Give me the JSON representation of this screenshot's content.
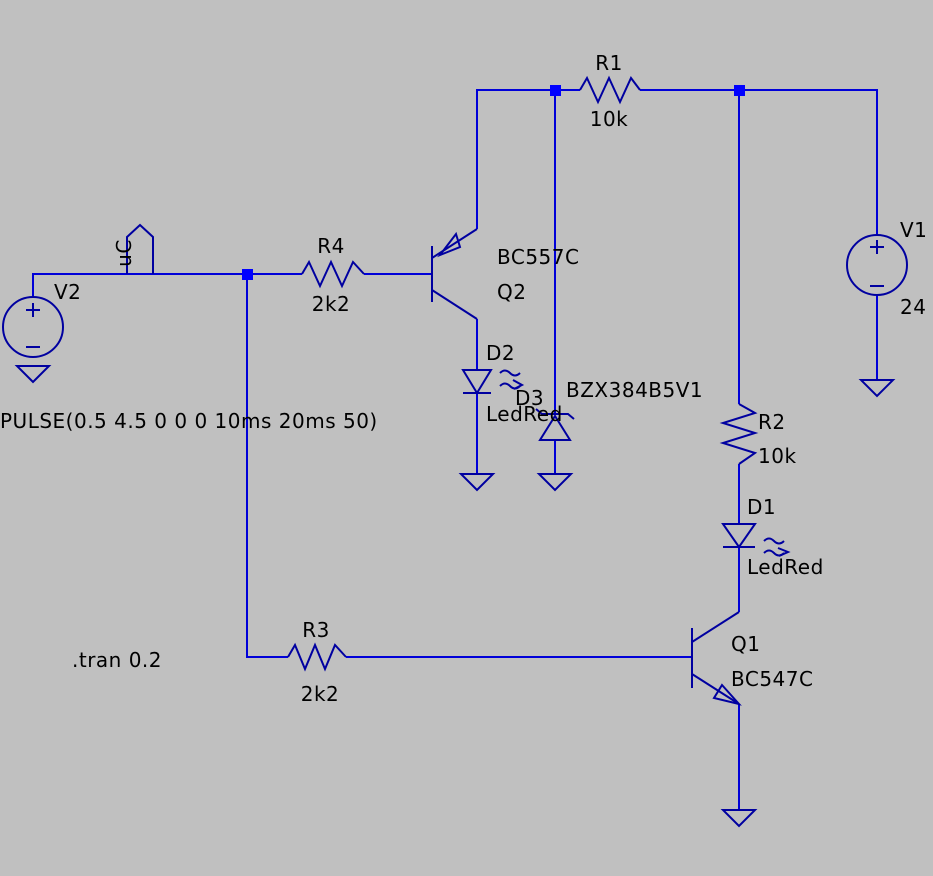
{
  "colors": {
    "background": "#c0c0c0",
    "wire": "#0000d8",
    "component": "#0000a0",
    "junction": "#0000ff",
    "text": "#000000"
  },
  "components": {
    "r1": {
      "name": "R1",
      "value": "10k"
    },
    "r2": {
      "name": "R2",
      "value": "10k"
    },
    "r3": {
      "name": "R3",
      "value": "2k2"
    },
    "r4": {
      "name": "R4",
      "value": "2k2"
    },
    "q1": {
      "name": "Q1",
      "model": "BC547C"
    },
    "q2": {
      "name": "Q2",
      "model": "BC557C"
    },
    "d1": {
      "name": "D1",
      "model": "LedRed"
    },
    "d2": {
      "name": "D2",
      "model": "LedRed"
    },
    "d3": {
      "name": "D3",
      "model": "BZX384B5V1"
    },
    "v1": {
      "name": "V1",
      "value": "24"
    },
    "v2": {
      "name": "V2",
      "value": "PULSE(0.5 4.5 0 0 0 10ms 20ms 50)"
    }
  },
  "net_label": "uC",
  "directive": ".tran 0.2"
}
